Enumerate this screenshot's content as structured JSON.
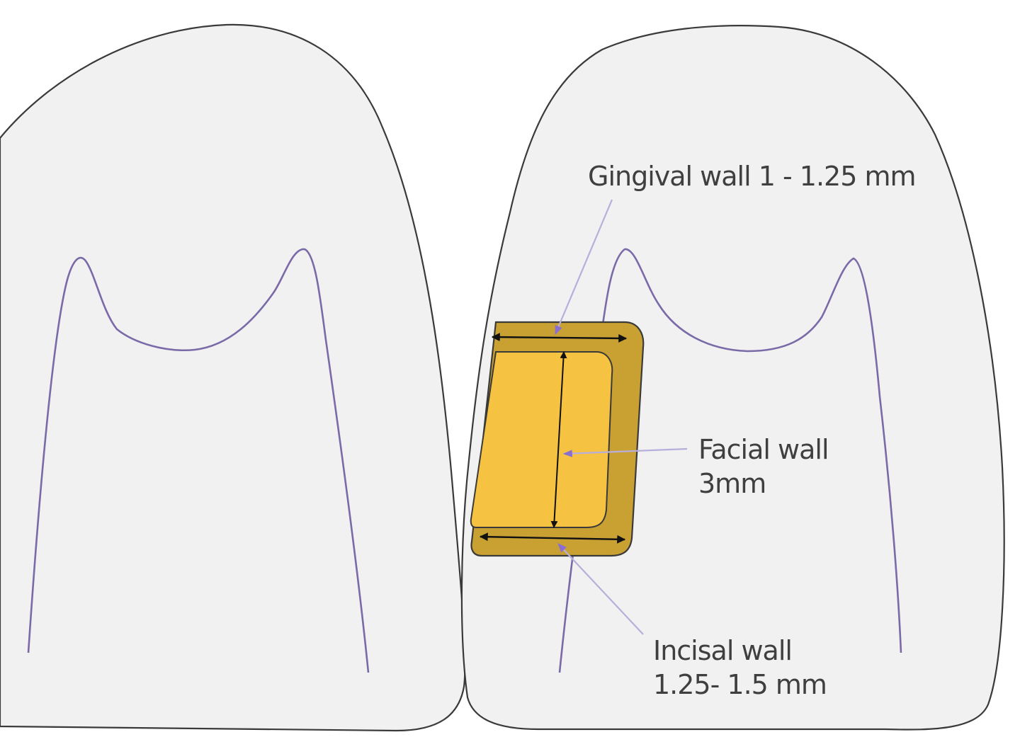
{
  "labels": {
    "gingival": "Gingival wall 1 - 1.25 mm",
    "facial_line1": "Facial wall",
    "facial_line2": "3mm",
    "incisal_line1": "Incisal wall",
    "incisal_line2": "1.25- 1.5 mm"
  },
  "colors": {
    "background": "#ffffff",
    "tooth_fill": "#f1f1f1",
    "tooth_outline": "#3a3a3a",
    "pulp_outline": "#7a6aa8",
    "leader_line": "#b7aedb",
    "leader_arrow": "#8a6fd0",
    "cavity_outer": "#c9a032",
    "cavity_inner": "#f5c242",
    "dimension_arrow": "#111111"
  }
}
